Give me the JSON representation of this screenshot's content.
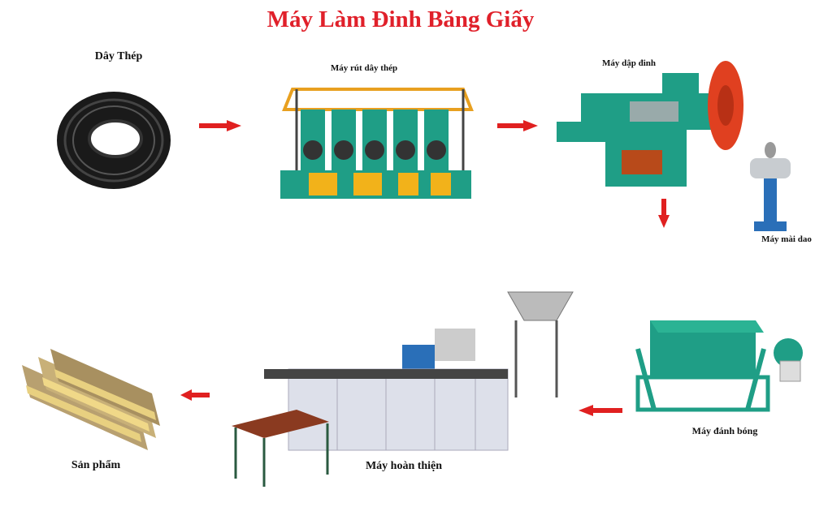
{
  "title": "Máy Làm Đinh Băng Giấy",
  "steps": {
    "wire": "Dây Thép",
    "drawing": "Máy rút dây thép",
    "nail_making": "Máy dập đinh",
    "grinder": "Máy mài dao",
    "polishing": "Máy đánh bóng",
    "finishing": "Máy hoàn thiện",
    "product": "Sản phẩm"
  },
  "colors": {
    "title": "#e0202a",
    "arrow": "#e02020",
    "machine": "#1f9e86",
    "accent": "#f2b21a"
  }
}
